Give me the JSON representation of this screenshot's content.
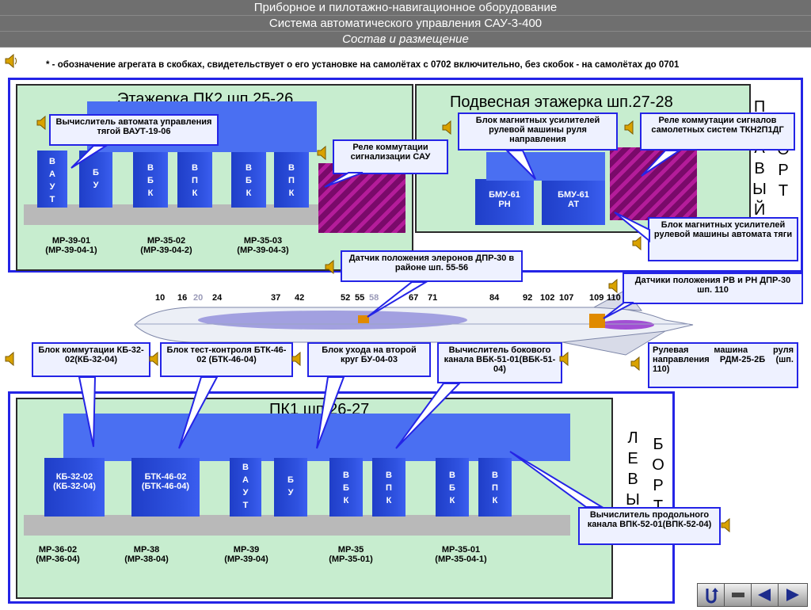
{
  "header": {
    "line1": "Приборное и пилотажно-навигационное оборудование",
    "line2": "Система автоматического управления САУ-3-400",
    "line3": "Состав и размещение"
  },
  "note": "* - обозначение агрегата в скобках, свидетельствует о его установке на самолётах с 0702 включительно, без скобок - на самолётах до 0701",
  "top_left": {
    "title": "Этажерка ПК2 шп.25-26",
    "blocks": [
      {
        "label": "В\nА\nУ\nТ"
      },
      {
        "label": "Б\nУ"
      },
      {
        "label": "В\nБ\nК"
      },
      {
        "label": "В\nП\nК"
      },
      {
        "label": "В\nБ\nК"
      },
      {
        "label": "В\nП\nК"
      }
    ],
    "codes": [
      "МР-39-01\n(МР-39-04-1)",
      "МР-35-02\n(МР-39-04-2)",
      "МР-35-03\n(МР-39-04-3)"
    ]
  },
  "top_right": {
    "title": "Подвесная этажерка шп.27-28",
    "blocks": [
      {
        "label": "БМУ-61\nРН"
      },
      {
        "label": "БМУ-61\nАТ"
      }
    ],
    "side_left": "П\nР\nА\nВ\nЫ\nЙ",
    "side_right": "Б\nО\nР\nТ"
  },
  "bottom": {
    "title": "ПК1 шп.26-27",
    "blocks": [
      {
        "label": "КБ-32-02\n(КБ-32-04)"
      },
      {
        "label": "БТК-46-02\n(БТК-46-04)"
      },
      {
        "label": "В\nА\nУ\nТ"
      },
      {
        "label": "Б\nУ"
      },
      {
        "label": "В\nБ\nК"
      },
      {
        "label": "В\nП\nК"
      },
      {
        "label": "В\nБ\nК"
      },
      {
        "label": "В\nП\nК"
      }
    ],
    "codes": [
      "МР-36-02\n(МР-36-04)",
      "МР-38\n(МР-38-04)",
      "МР-39\n(МР-39-04)",
      "МР-35\n(МР-35-01)",
      "МР-35-01\n(МР-35-04-1)"
    ],
    "side_left": "Л\nЕ\nВ\nЫ\nЙ",
    "side_right": "Б\nО\nР\nТ"
  },
  "callouts": {
    "vaut": "Вычислитель автомата управления тягой ВАУТ-19-06",
    "relay_sau": "Реле коммутации сигнализации САУ",
    "bmu_rn": "Блок магнитных усилителей рулевой машины руля направления",
    "relay_tkn": "Реле коммутации сигналов самолетных систем ТКН2П1ДГ",
    "bmu_at": "Блок магнитных усилителей рулевой машины автомата тяги",
    "dpr30_eleron": "Датчик положения элеронов ДПР-30 в районе шп. 55-56",
    "dpr30_rv_rn": "Датчики положения РВ и РН ДПР-30 шп. 110",
    "kb32": "Блок коммутации КБ-32-02(КБ-32-04)",
    "btk46": "Блок тест-контроля БТК-46-02 (БТК-46-04)",
    "bu04": "Блок ухода на второй круг БУ-04-03",
    "vbk51": "Вычислитель бокового канала ВБК-51-01(ВБК-51-04)",
    "rdm25": "Рулевая машина руля направления РДМ-25-2Б (шп. 110)",
    "vpk52": "Вычислитель продольного канала ВПК-52-01(ВПК-52-04)"
  },
  "frames": [
    "10",
    "16",
    "20",
    "24",
    "37",
    "42",
    "52",
    "55",
    "58",
    "67",
    "71",
    "84",
    "92",
    "102",
    "107",
    "109",
    "110"
  ],
  "colors": {
    "frame": "#2424e6",
    "section": "#c7edcf",
    "block": "#2a4fdc",
    "header": "#6f6f6f"
  }
}
